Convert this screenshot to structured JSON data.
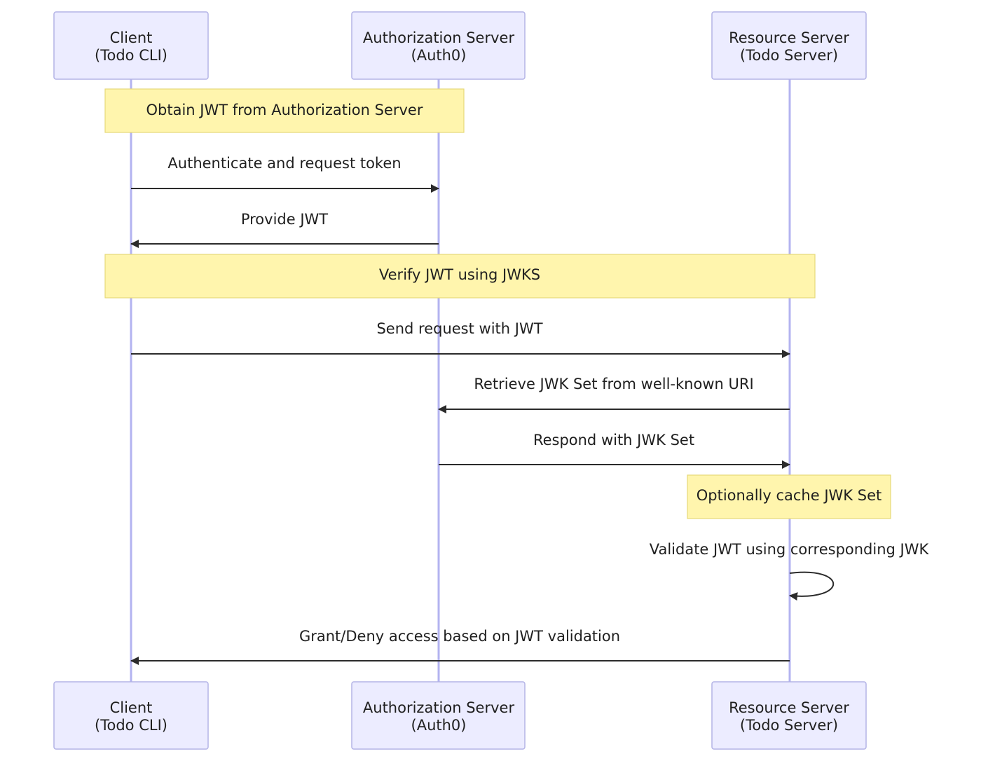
{
  "participants": [
    {
      "id": "client",
      "name": "Client",
      "subtitle": "(Todo CLI)"
    },
    {
      "id": "auth",
      "name": "Authorization Server",
      "subtitle": "(Auth0)"
    },
    {
      "id": "resource",
      "name": "Resource Server",
      "subtitle": "(Todo Server)"
    }
  ],
  "steps": [
    {
      "kind": "note",
      "over": [
        "client",
        "auth"
      ],
      "text": "Obtain JWT from Authorization Server"
    },
    {
      "kind": "message",
      "from": "client",
      "to": "auth",
      "text": "Authenticate and request token"
    },
    {
      "kind": "message",
      "from": "auth",
      "to": "client",
      "text": "Provide JWT"
    },
    {
      "kind": "note",
      "over": [
        "client",
        "resource"
      ],
      "text": "Verify JWT using JWKS"
    },
    {
      "kind": "message",
      "from": "client",
      "to": "resource",
      "text": "Send request with JWT"
    },
    {
      "kind": "message",
      "from": "resource",
      "to": "auth",
      "text": "Retrieve JWK Set from well-known URI"
    },
    {
      "kind": "message",
      "from": "auth",
      "to": "resource",
      "text": "Respond with JWK Set"
    },
    {
      "kind": "note",
      "over": [
        "resource"
      ],
      "text": "Optionally cache JWK Set"
    },
    {
      "kind": "self",
      "from": "resource",
      "to": "resource",
      "text": "Validate JWT using corresponding JWK"
    },
    {
      "kind": "message",
      "from": "resource",
      "to": "client",
      "text": "Grant/Deny access based on JWT validation"
    }
  ],
  "colors": {
    "actor_fill": "#ececff",
    "actor_border": "#b3b3e6",
    "lifeline": "#b3b3f0",
    "note_fill": "#fff5ad",
    "note_border": "#e6d97a",
    "arrow": "#2b2b2b"
  }
}
